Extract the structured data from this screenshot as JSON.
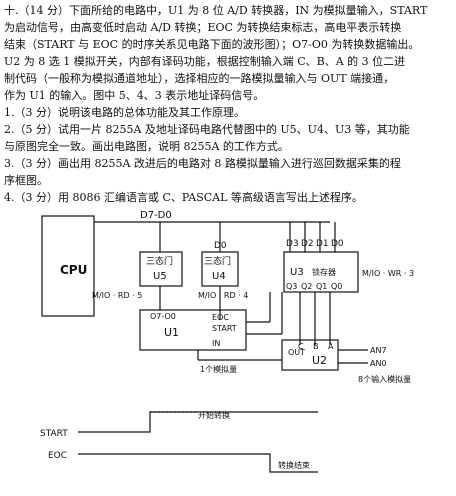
{
  "problem": {
    "lines": [
      "十.（14 分）下面所给的电路中，U1 为 8 位 A/D 转换器，IN 为模拟量输入，START",
      "为启动信号，由高变低时启动 A/D 转换；EOC 为转换结束标志，高电平表示转换",
      "结束（START 与 EOC 的时序关系见电路下面的波形图）；O7-O0 为转换数据输出。",
      "U2 为 8 选 1 模拟开关，内部有译码功能，根据控制输入端 C、B、A 的 3 位二进",
      "制代码（一般称为模拟通道地址），选择相应的一路模拟量输入与 OUT 端接通，",
      "作为 U1 的输入。图中 5、4、3 表示地址译码信号。"
    ],
    "questions": [
      "1.（3 分）说明该电路的总体功能及其工作原理。",
      "2.（5 分）试用一片 8255A 及地址译码电路代替图中的 U5、U4、U3 等，其功能",
      "与原图完全一致。画出电路图，说明 8255A 的工作方式。",
      "3.（3 分）画出用 8255A 改进后的电路对 8 路模拟量输入进行巡回数据采集的程",
      "序框图。",
      "4.（3 分）用 8086 汇编语言或 C、PASCAL 等高级语言写出上述程序。"
    ]
  },
  "circuit": {
    "cpu": "CPU",
    "bus": "D7-D0",
    "u5": {
      "title": "三态门",
      "name": "U5",
      "ctrl": "M/IO · RD · 5"
    },
    "u4": {
      "title": "三态门",
      "name": "U4",
      "ctrl": "M/IO · RD · 4",
      "data": "D0"
    },
    "u3": {
      "name": "U3",
      "sub": "锁存器",
      "ctrl": "M/IO · WR · 3",
      "d3": "D3",
      "d2": "D2",
      "d1": "D1",
      "d0": "D0",
      "q3": "Q3",
      "q2": "Q2",
      "q1": "Q1",
      "q0": "Q0"
    },
    "u1": {
      "name": "U1",
      "out": "O7-O0",
      "eoc": "EOC",
      "start": "START",
      "in": "IN"
    },
    "u2": {
      "name": "U2",
      "out": "OUT",
      "c": "C",
      "b": "B",
      "a": "A",
      "an7": "AN7",
      "an0": "AN0"
    },
    "one_input": "1个模拟量",
    "eight_inputs": "8个输入模拟量"
  },
  "waveform": {
    "start": "START",
    "eoc": "EOC",
    "begin": "开始转换",
    "end": "转换结束"
  }
}
